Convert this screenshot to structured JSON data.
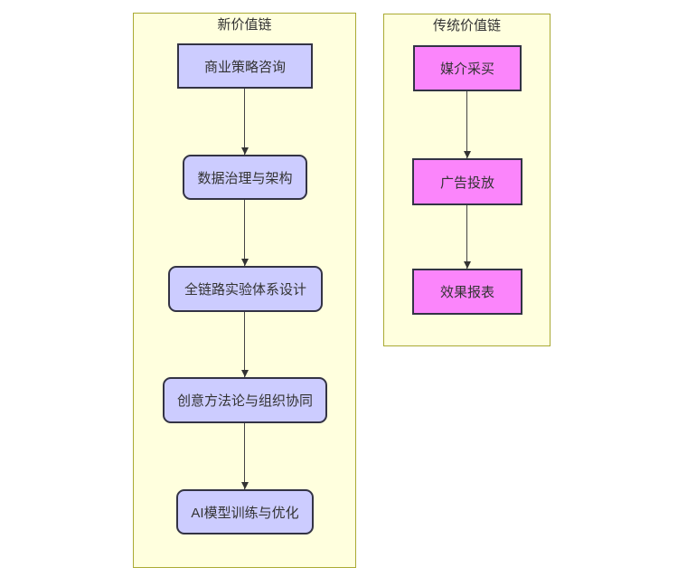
{
  "diagram": {
    "type": "flowchart-top-down",
    "colors": {
      "canvas_background": "#ffffff",
      "cluster_fill": "#ffffde",
      "cluster_border": "#aaaa33",
      "new_chain_node_fill": "#ccccff",
      "traditional_chain_node_fill": "#fb85fb",
      "node_border": "#333344",
      "edge_color": "#444444",
      "text_color": "#333333"
    },
    "new_chain": {
      "title": "新价值链",
      "nodes": [
        {
          "label": "商业策略咨询",
          "shape": "rectangle"
        },
        {
          "label": "数据治理与架构",
          "shape": "rounded"
        },
        {
          "label": "全链路实验体系设计",
          "shape": "rounded"
        },
        {
          "label": "创意方法论与组织协同",
          "shape": "rounded"
        },
        {
          "label": "AI模型训练与优化",
          "shape": "rounded"
        }
      ],
      "edges": [
        {
          "from": "商业策略咨询",
          "to": "数据治理与架构"
        },
        {
          "from": "数据治理与架构",
          "to": "全链路实验体系设计"
        },
        {
          "from": "全链路实验体系设计",
          "to": "创意方法论与组织协同"
        },
        {
          "from": "创意方法论与组织协同",
          "to": "AI模型训练与优化"
        }
      ]
    },
    "traditional_chain": {
      "title": "传统价值链",
      "nodes": [
        {
          "label": "媒介采买",
          "shape": "rectangle"
        },
        {
          "label": "广告投放",
          "shape": "rectangle"
        },
        {
          "label": "效果报表",
          "shape": "rectangle"
        }
      ],
      "edges": [
        {
          "from": "媒介采买",
          "to": "广告投放"
        },
        {
          "from": "广告投放",
          "to": "效果报表"
        }
      ]
    }
  }
}
